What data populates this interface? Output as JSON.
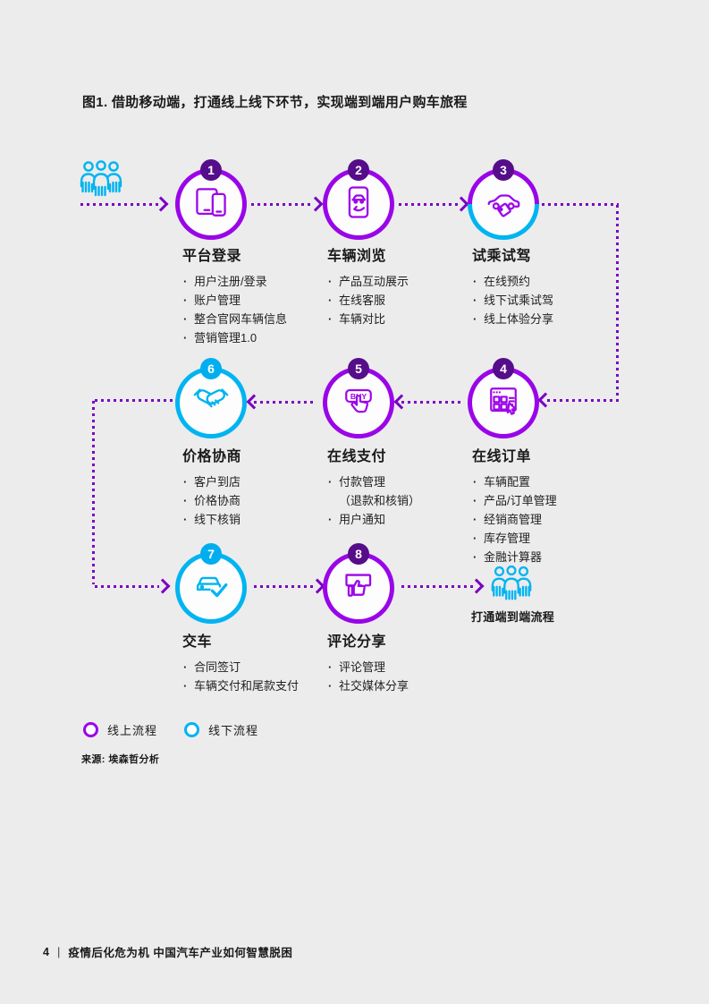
{
  "figure": {
    "title": "图1. 借助移动端，打通线上线下环节，实现端到端用户购车旅程"
  },
  "flow": {
    "steps": [
      {
        "number": "1",
        "title": "平台登录",
        "mode": "online",
        "icon": "devices-icon",
        "items": [
          "用户注册/登录",
          "账户管理",
          "整合官网车辆信息",
          "营销管理1.0"
        ]
      },
      {
        "number": "2",
        "title": "车辆浏览",
        "mode": "online",
        "icon": "phone-car-icon",
        "items": [
          "产品互动展示",
          "在线客服",
          "车辆对比"
        ]
      },
      {
        "number": "3",
        "title": "试乘试驾",
        "mode": "online-offline",
        "icon": "car-tag-icon",
        "items": [
          "在线预约",
          "线下试乘试驾",
          "线上体验分享"
        ]
      },
      {
        "number": "4",
        "title": "在线订单",
        "mode": "online",
        "icon": "order-grid-icon",
        "items": [
          "车辆配置",
          "产品/订单管理",
          "经销商管理",
          "库存管理",
          "金融计算器"
        ]
      },
      {
        "number": "5",
        "title": "在线支付",
        "mode": "online",
        "icon": "buy-button-icon",
        "items": [
          "付款管理",
          "（退款和核销）",
          "用户通知"
        ]
      },
      {
        "number": "6",
        "title": "价格协商",
        "mode": "offline",
        "icon": "handshake-icon",
        "items": [
          "客户到店",
          "价格协商",
          "线下核销"
        ]
      },
      {
        "number": "7",
        "title": "交车",
        "mode": "offline",
        "icon": "car-check-icon",
        "items": [
          "合同签订",
          "车辆交付和尾款支付"
        ]
      },
      {
        "number": "8",
        "title": "评论分享",
        "mode": "online",
        "icon": "review-share-icon",
        "items": [
          "评论管理",
          "社交媒体分享"
        ]
      }
    ],
    "end_label": "打通端到端流程"
  },
  "legend": {
    "online_label": "线上流程",
    "offline_label": "线下流程"
  },
  "source": "来源: 埃森哲分析",
  "footer": {
    "page_number": "4",
    "separator": "|",
    "title": "疫情后化危为机 中国汽车产业如何智慧脱困"
  },
  "colors": {
    "online_purple": "#9a05e8",
    "offline_blue": "#00b4f1",
    "badge_purple": "#560d8a",
    "badge_blue": "#00aeef",
    "connector_purple": "#7a00c4",
    "background": "#ececec",
    "text": "#1a1a1a"
  }
}
